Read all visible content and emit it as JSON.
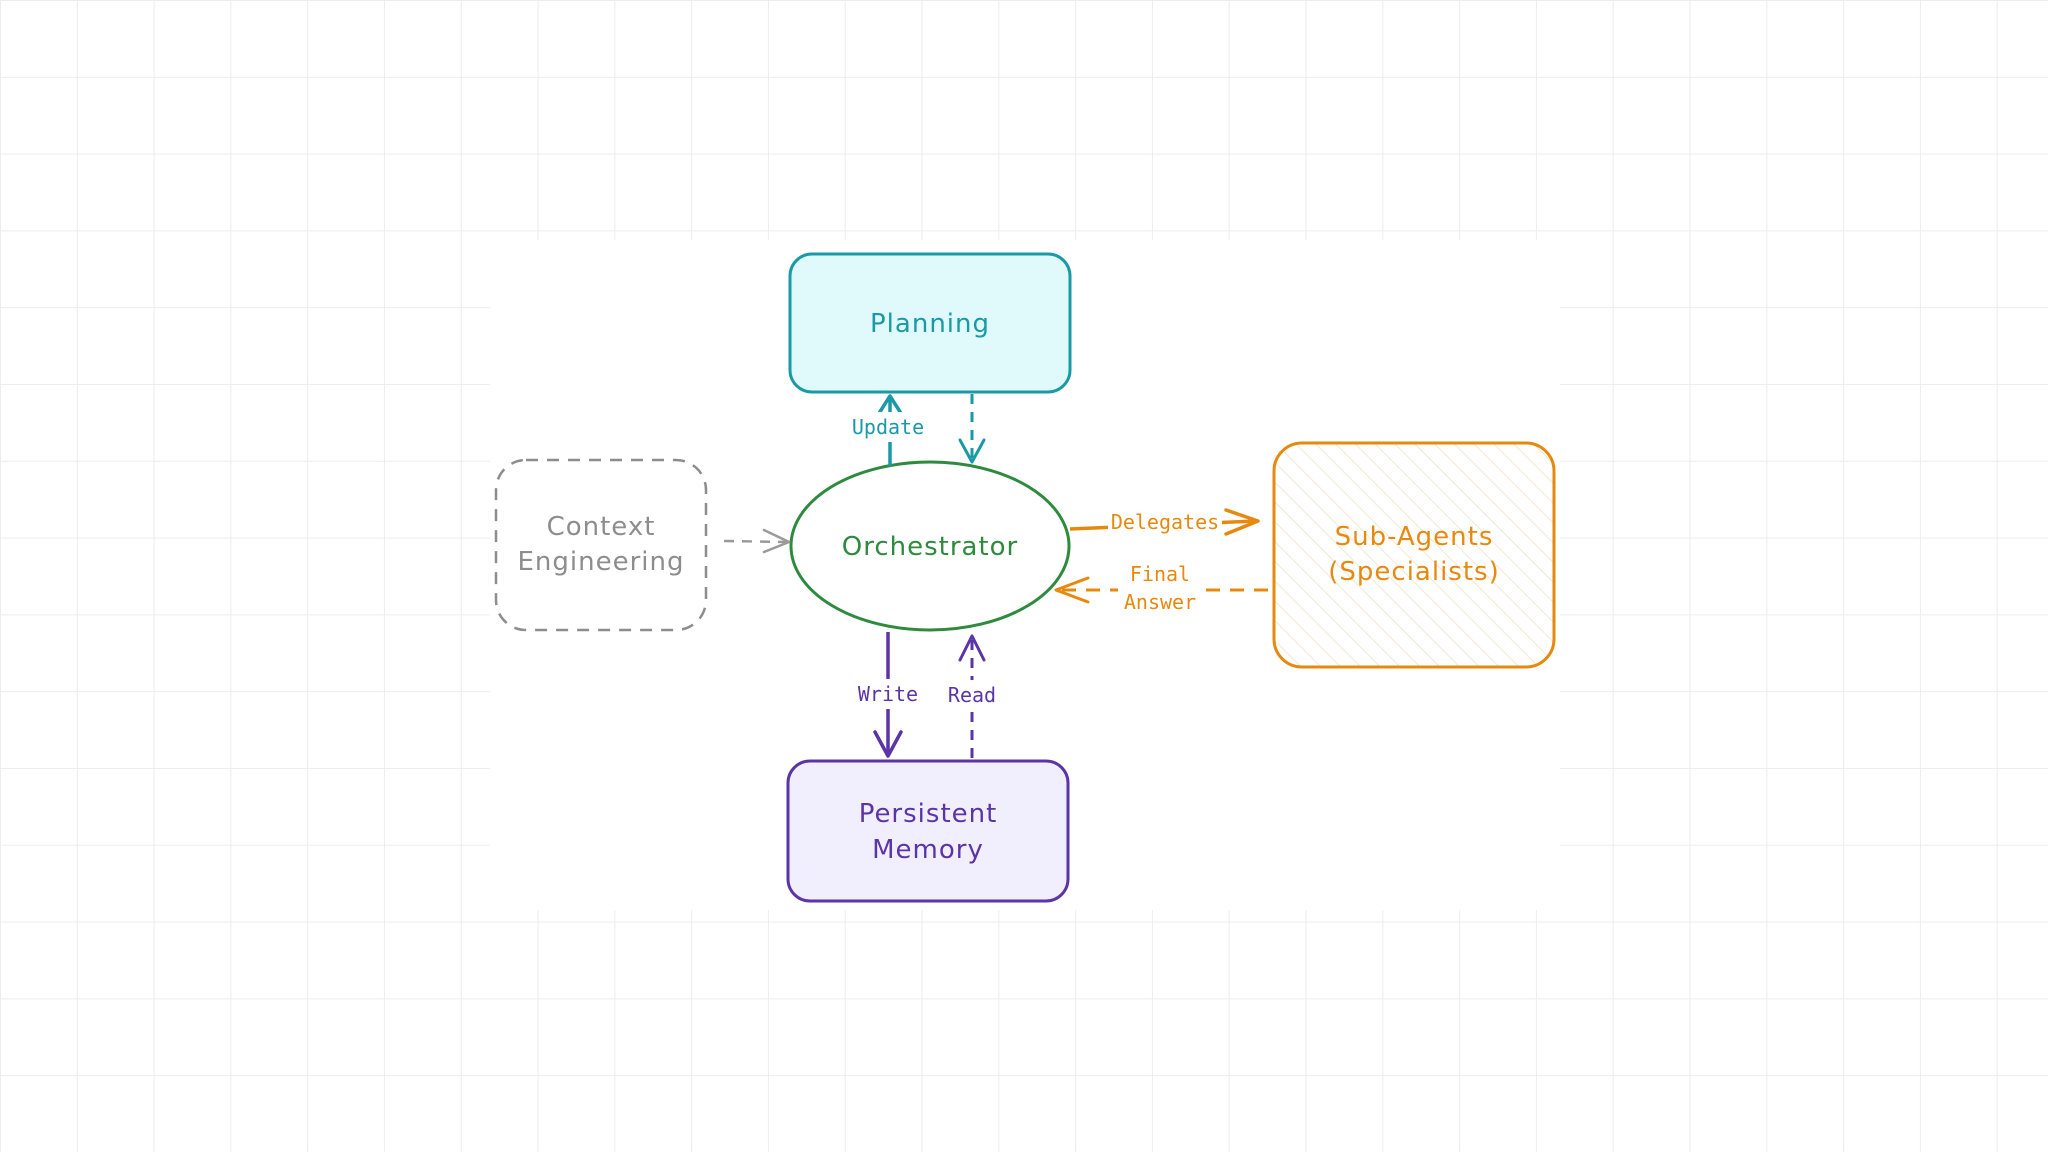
{
  "colors": {
    "planning": "#1a9aa6",
    "planning_fill": "#e0f9fa",
    "orchestrator": "#2e8b3e",
    "subagents": "#e8890f",
    "memory": "#5b34a8",
    "memory_fill": "#f1effd",
    "context": "#8d8d8d"
  },
  "nodes": {
    "planning": {
      "label": "Planning"
    },
    "orchestrator": {
      "label": "Orchestrator"
    },
    "context": {
      "line1": "Context",
      "line2": "Engineering"
    },
    "subagents": {
      "line1": "Sub-Agents",
      "line2": "(Specialists)"
    },
    "memory": {
      "line1": "Persistent",
      "line2": "Memory"
    }
  },
  "edges": {
    "update": "Update",
    "delegates": "Delegates",
    "final_answer_line1": "Final",
    "final_answer_line2": "Answer",
    "write": "Write",
    "read": "Read"
  }
}
